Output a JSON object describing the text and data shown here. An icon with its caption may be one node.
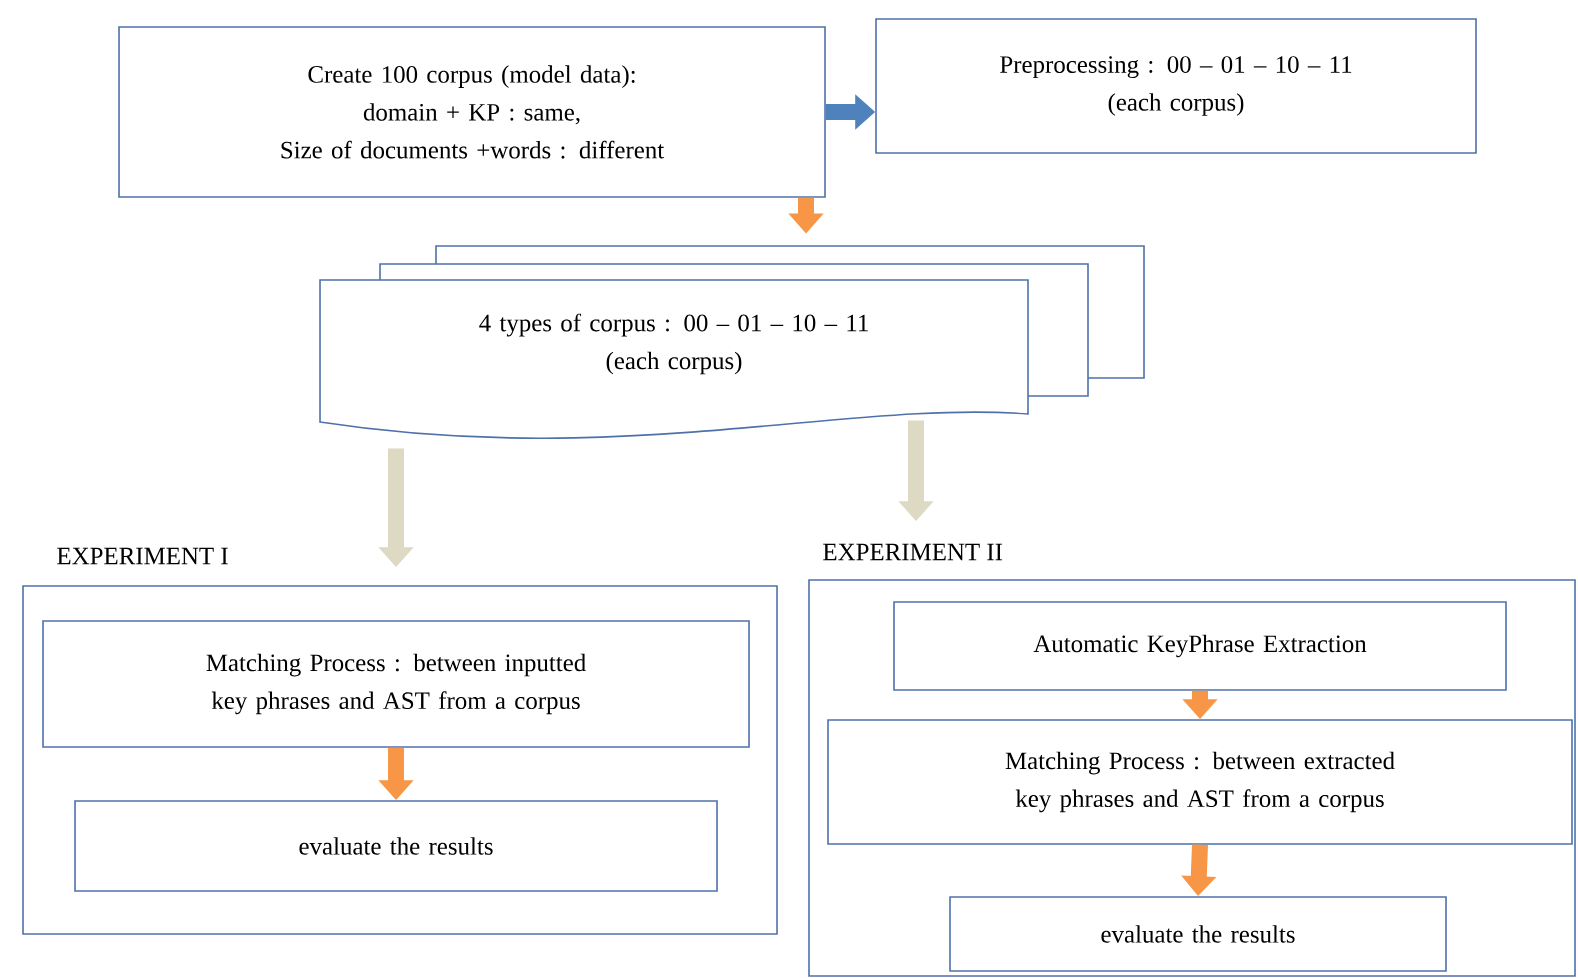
{
  "diagram": {
    "nodes": [
      {
        "text": [
          "Create 100 corpus  (model data):",
          "domain + KP : same,",
          "Size of  documents +words :  different"
        ]
      },
      {
        "text": [
          "Preprocessing : 00 – 01 – 10 – 11",
          "(each corpus)"
        ]
      },
      {
        "text": [
          "4 types of corpus : 00 – 01 – 10 – 11",
          "(each corpus)"
        ]
      },
      {
        "text": [
          "EXPERIMENT I"
        ]
      },
      {
        "text": [
          "Matching Process  : between inputted key phrases and AST from a corpus"
        ],
        "in": 3
      },
      {
        "text": [
          "evaluate the results"
        ],
        "in": 3
      },
      {
        "text": [
          "EXPERIMENT II"
        ]
      },
      {
        "text": [
          "Automatic  KeyPhrase Extraction"
        ],
        "in": 6
      },
      {
        "text": [
          "Matching Process  : between extracted key phrases and AST from a corpus"
        ],
        "in": 6
      },
      {
        "text": [
          "evaluate the results"
        ],
        "in": 6
      }
    ],
    "edges": [
      {
        "from": 0,
        "to": 1,
        "arrow": "to",
        "color": "#4f81bd"
      },
      {
        "from": 0,
        "to": 2,
        "arrow": "to"
      },
      {
        "from": 2,
        "to": 3,
        "arrow": "to",
        "color": "#ddd9c3"
      },
      {
        "from": 2,
        "to": 6,
        "arrow": "to",
        "color": "#ddd9c3"
      },
      {
        "from": 4,
        "to": 5,
        "arrow": "to"
      },
      {
        "from": 7,
        "to": 8,
        "arrow": "to"
      },
      {
        "from": 8,
        "to": 9,
        "arrow": "to"
      }
    ]
  }
}
